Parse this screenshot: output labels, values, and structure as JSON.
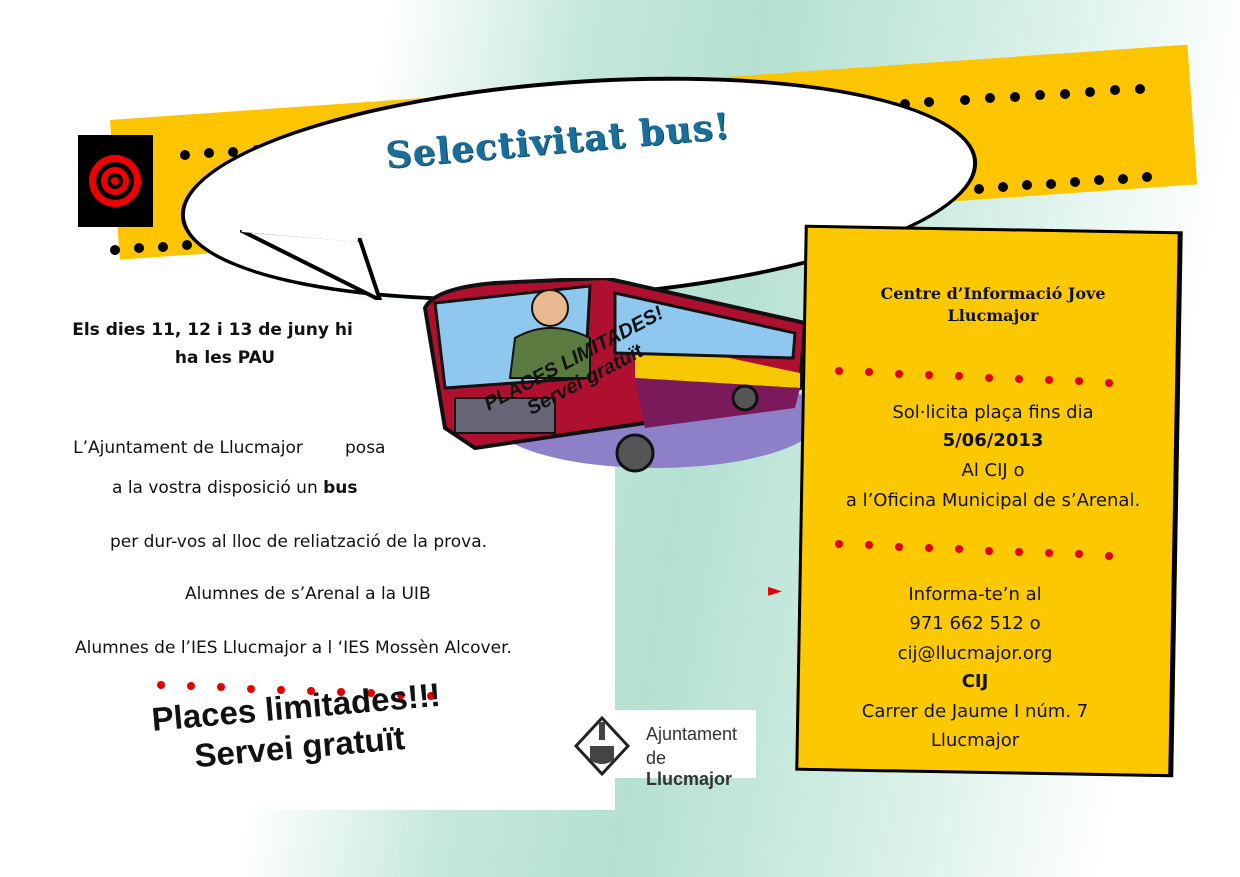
{
  "title": "Selectivitat bus!",
  "left": {
    "line1": "Els dies 11, 12  i 13 de juny hi",
    "line2": "ha les PAU",
    "line3a": "L’Ajuntament de Llucmajor",
    "line3b": "posa",
    "line4a": "a la vostra disposició  un ",
    "line4b": "bus",
    "line5": "per dur-vos al lloc de reliatzació de la prova.",
    "line6": "Alumnes de s’Arenal a la UIB",
    "line7": "Alumnes de l’IES Llucmajor a l ‘IES Mossèn Alcover.",
    "places1": "Places limitades!!!",
    "places2": "Servei gratuït"
  },
  "bus_overlay": {
    "line1": "PLACES LIMITADES!",
    "line2": "Servei gratuït"
  },
  "info": {
    "heading1": "Centre d’Informació Jove",
    "heading2": "Llucmajor",
    "request": "Sol·licita plaça fins dia",
    "date": "5/06/2013",
    "at1": "Al CIJ o",
    "at2": "a l’Oficina Municipal de s’Arenal.",
    "contact": "Informa-te’n al",
    "phone": "971 662 512 o",
    "email": "cij@llucmajor.org",
    "cij": "CIJ",
    "address": "Carrer de Jaume I núm. 7",
    "town": "Llucmajor"
  },
  "logo": {
    "line1": "Ajuntament",
    "line2a": "de ",
    "line2b": "Llucmajor"
  },
  "colors": {
    "yellow": "#fcc800",
    "title_blue": "#1b6d9a",
    "dot_red": "#e30000"
  }
}
